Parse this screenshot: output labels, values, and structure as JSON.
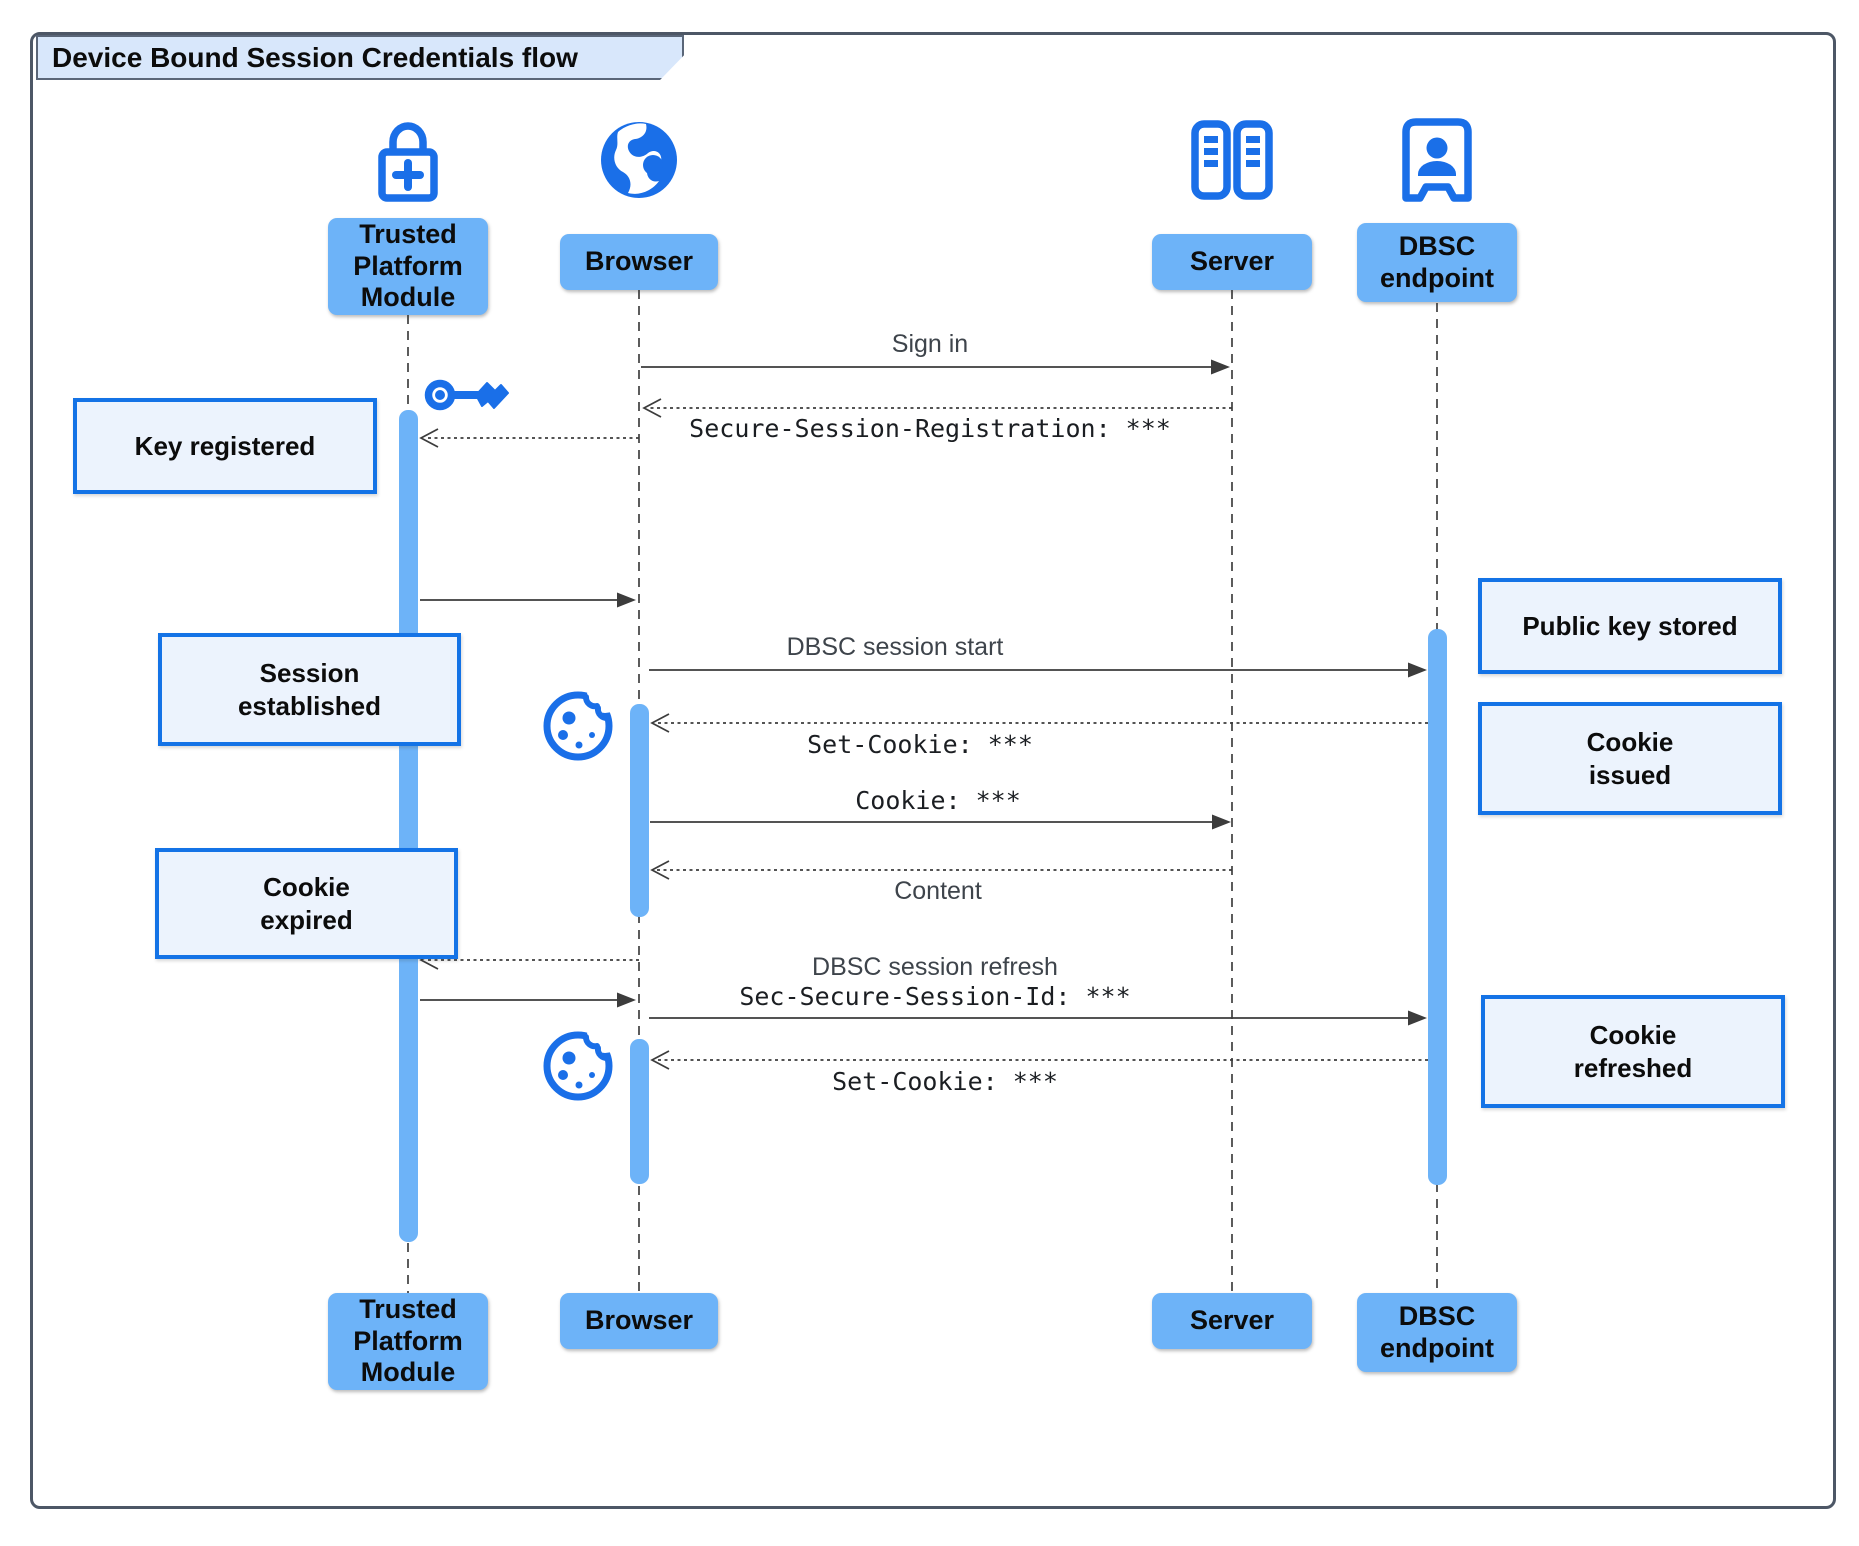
{
  "title": "Device Bound Session Credentials flow",
  "actors": {
    "tpm": {
      "label": "Trusted\nPlatform\nModule"
    },
    "browser": {
      "label": "Browser"
    },
    "server": {
      "label": "Server"
    },
    "dbsc": {
      "label": "DBSC\nendpoint"
    }
  },
  "notes": {
    "key_registered": "Key registered",
    "session_established": "Session\nestablished",
    "cookie_expired": "Cookie\nexpired",
    "public_key_stored": "Public key stored",
    "cookie_issued": "Cookie\nissued",
    "cookie_refreshed": "Cookie\nrefreshed"
  },
  "messages": {
    "sign_in": "Sign in",
    "secure_session_registration": "Secure-Session-Registration: ***",
    "dbsc_session_start": "DBSC session start",
    "set_cookie_1": "Set-Cookie: ***",
    "cookie": "Cookie: ***",
    "content": "Content",
    "dbsc_session_refresh": "DBSC session refresh",
    "sec_secure_session_id": "Sec-Secure-Session-Id: ***",
    "set_cookie_2": "Set-Cookie: ***"
  },
  "icons": {
    "tpm": "lock-plus-icon",
    "browser": "globe-icon",
    "server": "server-racks-icon",
    "dbsc": "badge-person-icon",
    "key": "key-icon",
    "cookie": "cookie-icon"
  },
  "colors": {
    "actor_fill": "#6db3f8",
    "icon_blue": "#1a6fe8",
    "note_border": "#1473e6",
    "note_fill": "#ecf3fd",
    "line": "#3c3c3c",
    "frame_border": "#4d5766",
    "title_fill": "#d8e7fb"
  }
}
